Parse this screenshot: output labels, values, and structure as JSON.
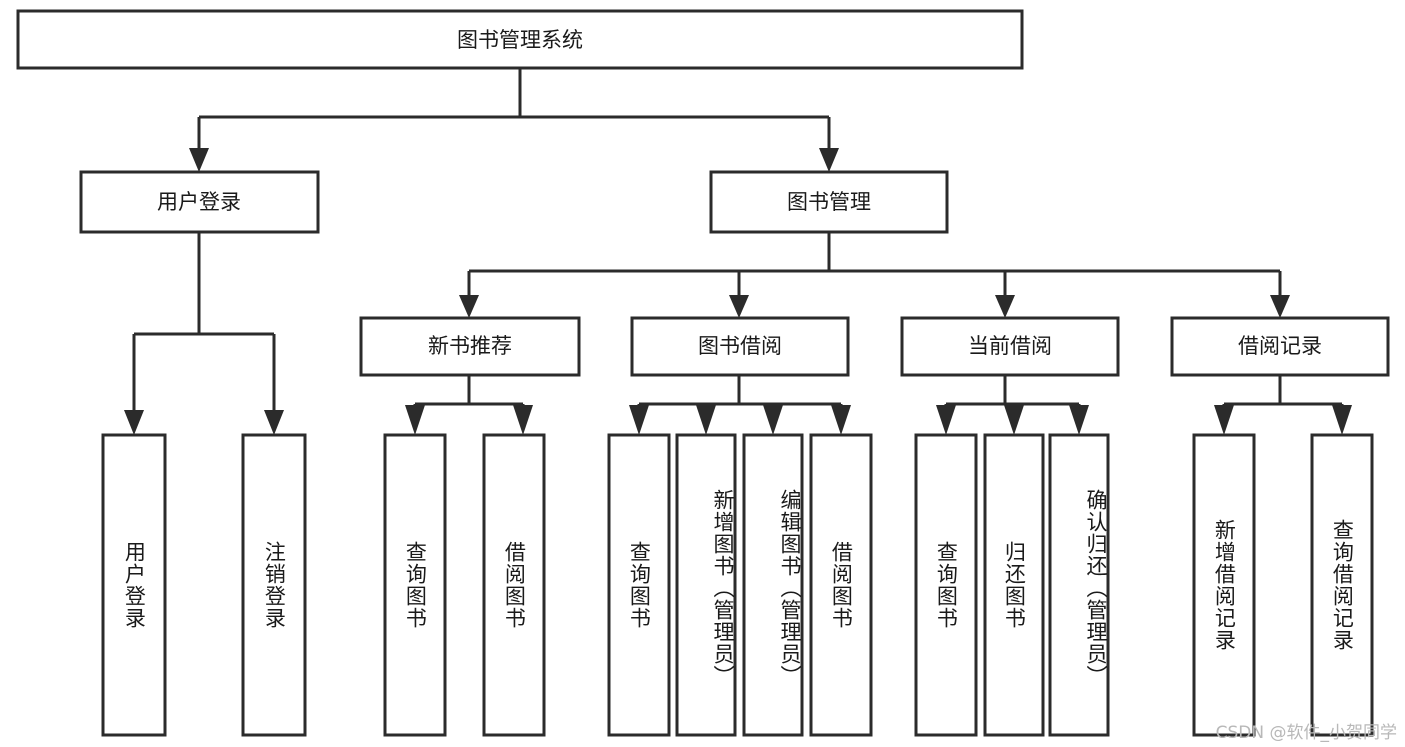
{
  "diagram": {
    "title": "图书管理系统",
    "type": "tree",
    "watermark": "CSDN @软件_小贺同学",
    "root": {
      "label": "图书管理系统"
    },
    "level2": [
      {
        "label": "用户登录"
      },
      {
        "label": "图书管理"
      }
    ],
    "level3": [
      {
        "label": "新书推荐"
      },
      {
        "label": "图书借阅"
      },
      {
        "label": "当前借阅"
      },
      {
        "label": "借阅记录"
      }
    ],
    "leaves": {
      "user_login": [
        {
          "label": "用户登录"
        },
        {
          "label": "注销登录"
        }
      ],
      "new_book_recommend": [
        {
          "label": "查询图书"
        },
        {
          "label": "借阅图书"
        }
      ],
      "book_borrow": [
        {
          "label": "查询图书"
        },
        {
          "label": "新增图书（管理员）"
        },
        {
          "label": "编辑图书（管理员）"
        },
        {
          "label": "借阅图书"
        }
      ],
      "current_borrow": [
        {
          "label": "查询图书"
        },
        {
          "label": "归还图书"
        },
        {
          "label": "确认归还（管理员）"
        }
      ],
      "borrow_record": [
        {
          "label": "新增借阅记录"
        },
        {
          "label": "查询借阅记录"
        }
      ]
    },
    "colors": {
      "stroke": "#2b2b2b",
      "fill": "#ffffff",
      "text": "#1a1a1a",
      "watermark": "#b8b8b8"
    }
  }
}
